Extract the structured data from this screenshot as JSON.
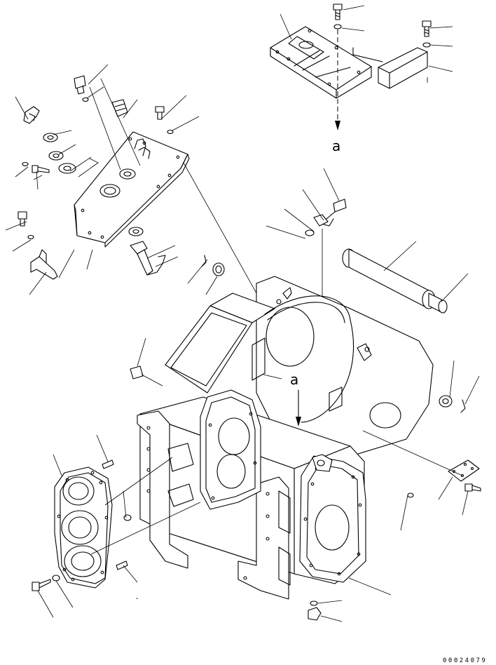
{
  "diagram": {
    "reference_letter": "a",
    "reference_letter_arrow": "a",
    "reference_letter_housing": "a",
    "drawing_number": "00024079",
    "dash_mark": "-"
  }
}
